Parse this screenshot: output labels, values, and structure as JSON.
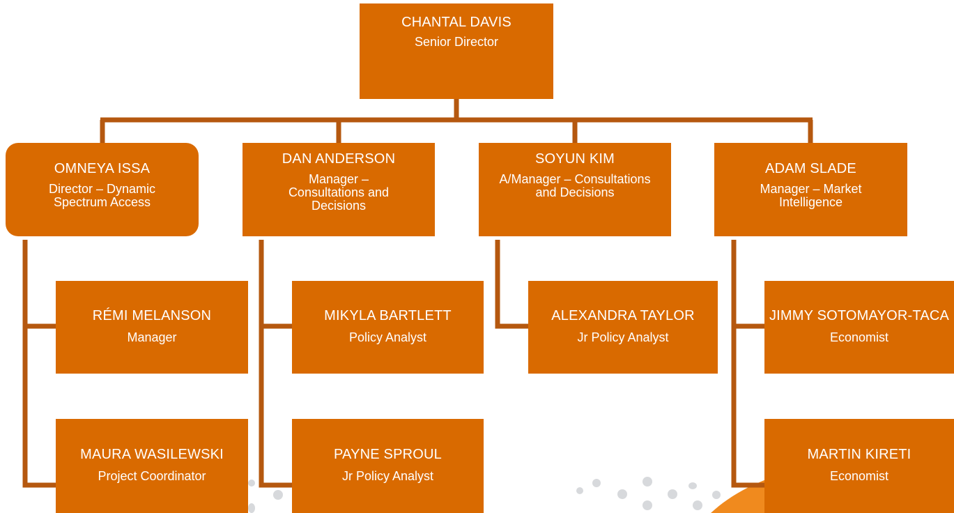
{
  "colors": {
    "box": "#d96a00",
    "connector": "#b5580f",
    "accent_shape": "#f08a1e",
    "dots": "#d7d9dc"
  },
  "org": {
    "head": {
      "name": "CHANTAL DAVIS",
      "title": "Senior Director"
    },
    "managers": [
      {
        "name": "OMNEYA ISSA",
        "title": "Director – Dynamic Spectrum Access"
      },
      {
        "name": "DAN ANDERSON",
        "title": "Manager – Consultations and Decisions"
      },
      {
        "name": "SOYUN KIM",
        "title": "A/Manager – Consultations and Decisions"
      },
      {
        "name": "ADAM SLADE",
        "title": "Manager – Market Intelligence"
      }
    ],
    "reports": [
      {
        "name": "RÉMI MELANSON",
        "title": "Manager"
      },
      {
        "name": "MAURA WASILEWSKI",
        "title": "Project Coordinator"
      },
      {
        "name": "MIKYLA BARTLETT",
        "title": "Policy Analyst"
      },
      {
        "name": "PAYNE SPROUL",
        "title": "Jr Policy Analyst"
      },
      {
        "name": "ALEXANDRA TAYLOR",
        "title": "Jr Policy Analyst"
      },
      {
        "name": "JIMMY SOTOMAYOR-TACA",
        "title": "Economist"
      },
      {
        "name": "MARTIN KIRETI",
        "title": "Economist"
      }
    ]
  }
}
